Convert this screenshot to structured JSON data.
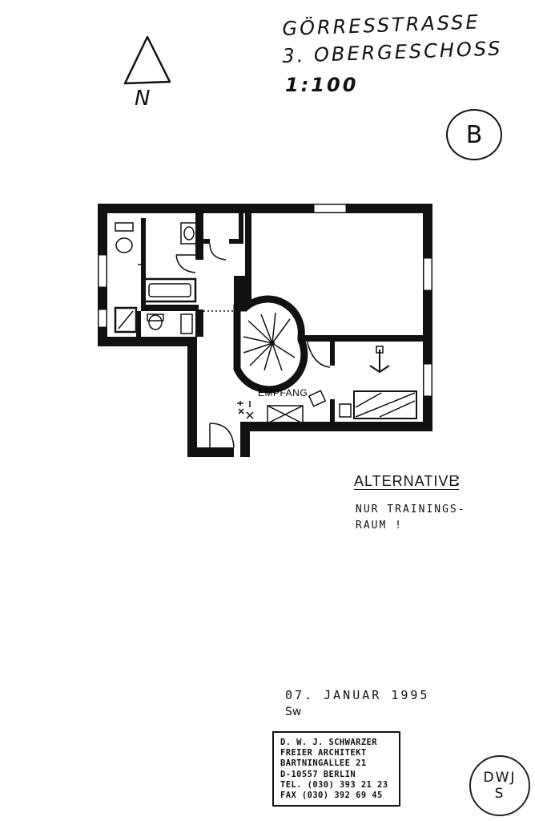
{
  "header": {
    "street": "GÖRRESSTRASSE",
    "floor": "3. OBERGESCHOSS",
    "scale": "1:100"
  },
  "north_arrow": {
    "letter": "N",
    "icon": "north-arrow-icon"
  },
  "sheet_badge": {
    "letter": "B"
  },
  "plan": {
    "room_label_reception": "EMPFANG"
  },
  "alternative": {
    "title": "ALTERNATIVE",
    "colon": ":",
    "line1": "NUR TRAININGS-",
    "line2": "RAUM !"
  },
  "footer": {
    "date": "07. JANUAR 1995",
    "initials": "Sw"
  },
  "architect_stamp": {
    "lines": [
      "D. W. J. SCHWARZER",
      "FREIER ARCHITEKT",
      "BARTNINGALLEE 21",
      "D-10557 BERLIN",
      "TEL. (030) 393 21 23",
      "FAX  (030) 392 69 45"
    ]
  },
  "seal": {
    "line1": "DWJ",
    "line2": "S"
  }
}
